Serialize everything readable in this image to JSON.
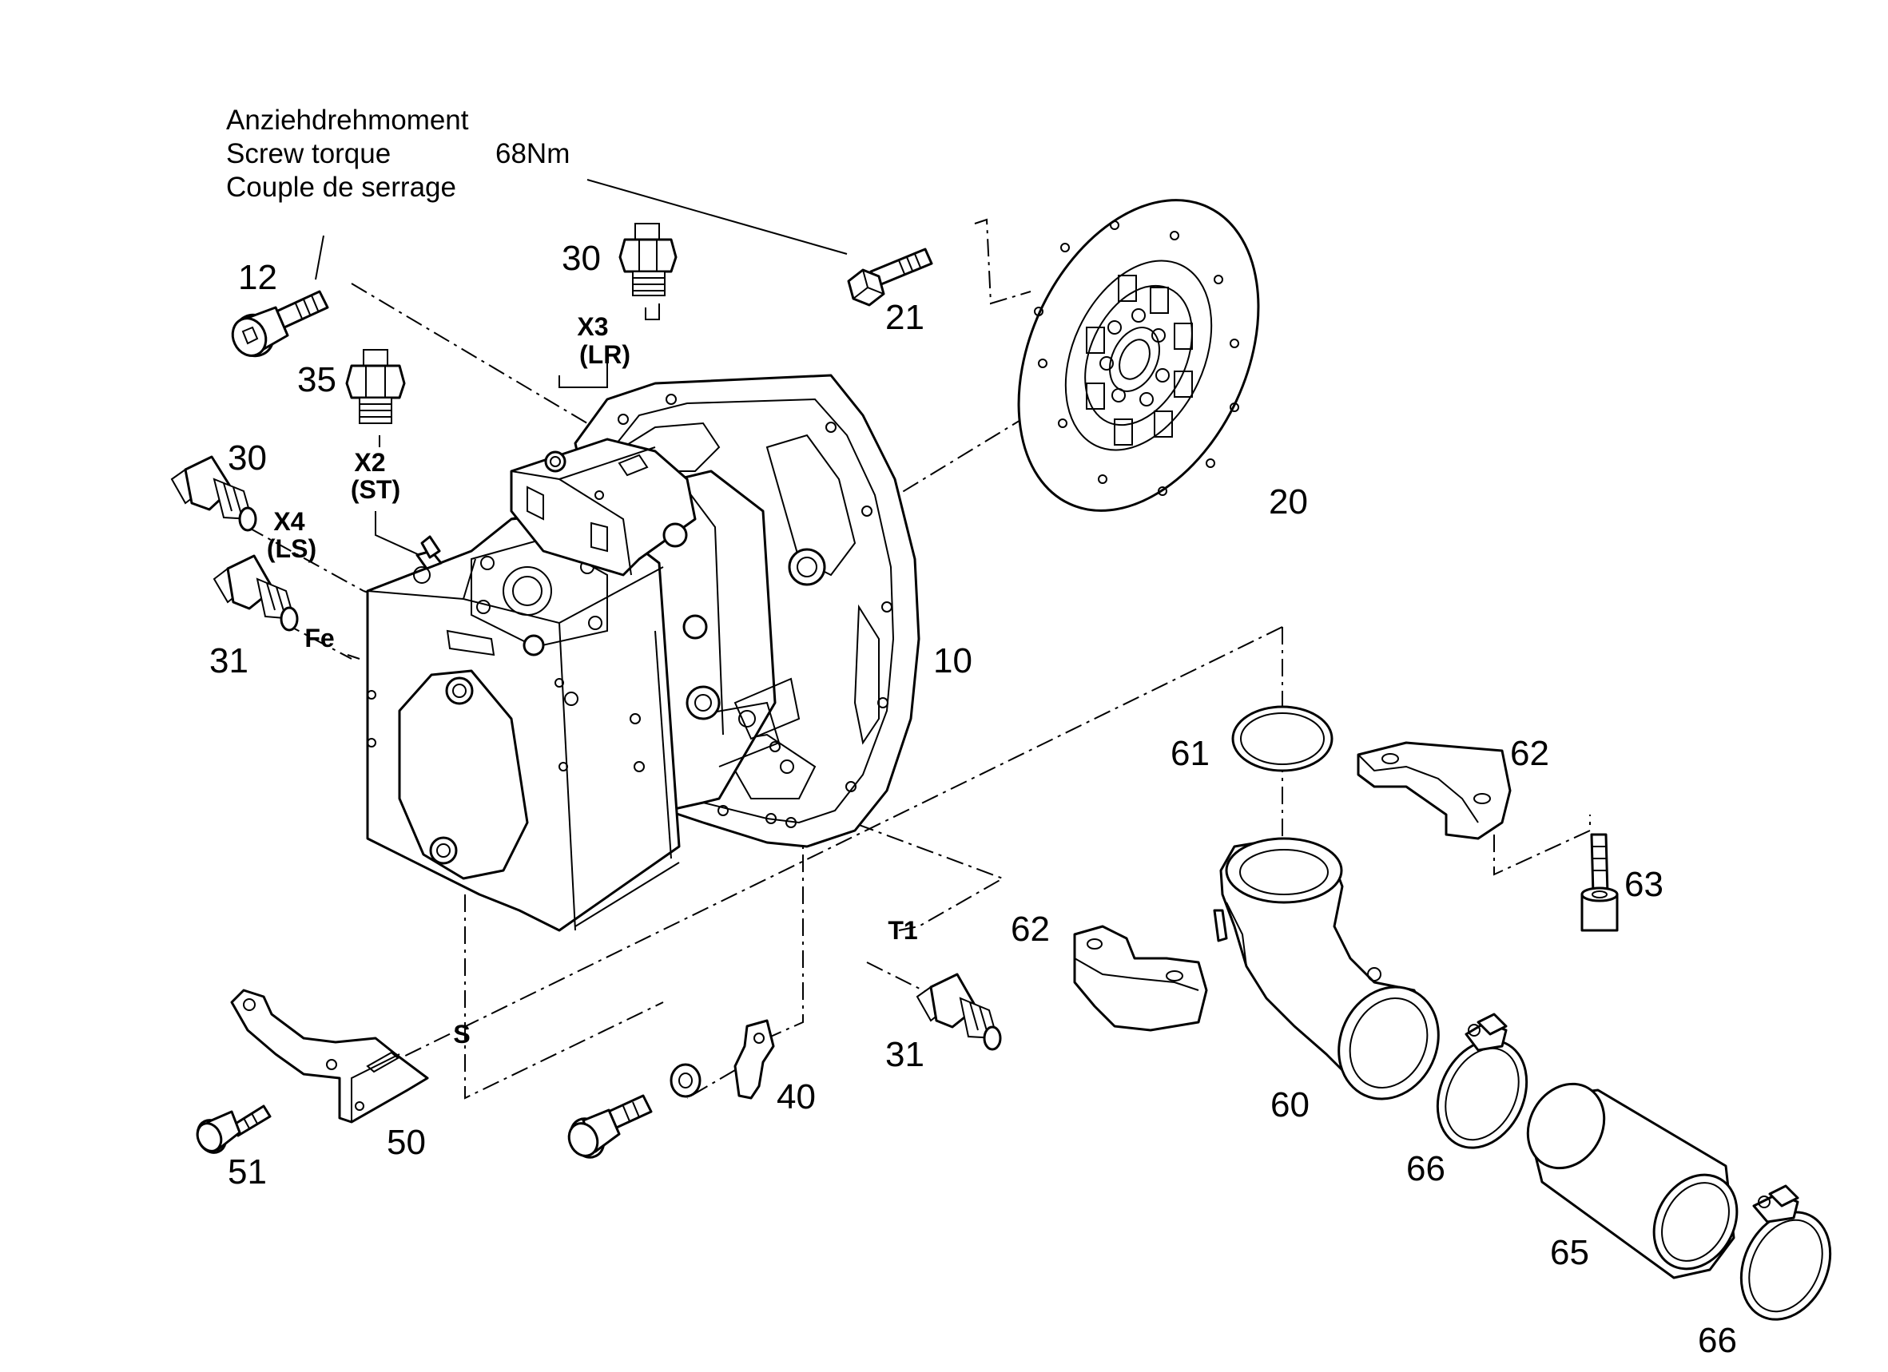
{
  "torque_note": {
    "line1": "Anziehdrehmoment",
    "line2": "Screw torque",
    "line3": "Couple de serrage",
    "value": "68Nm"
  },
  "ports": {
    "x3": "X3",
    "x3_sub": "(LR)",
    "x2": "X2",
    "x2_sub": "(ST)",
    "x4": "X4",
    "x4_sub": "(LS)",
    "fe": "Fe",
    "t1": "T1",
    "s": "S"
  },
  "callouts": {
    "c12": "12",
    "c21": "21",
    "c30_top": "30",
    "c35": "35",
    "c30_left": "30",
    "c31_left": "31",
    "c20": "20",
    "c10": "10",
    "c61": "61",
    "c62_right": "62",
    "c63": "63",
    "c62_left": "62",
    "c60": "60",
    "c31_bottom": "31",
    "c40": "40",
    "c50": "50",
    "c51": "51",
    "c66_a": "66",
    "c65": "65",
    "c66_b": "66"
  }
}
